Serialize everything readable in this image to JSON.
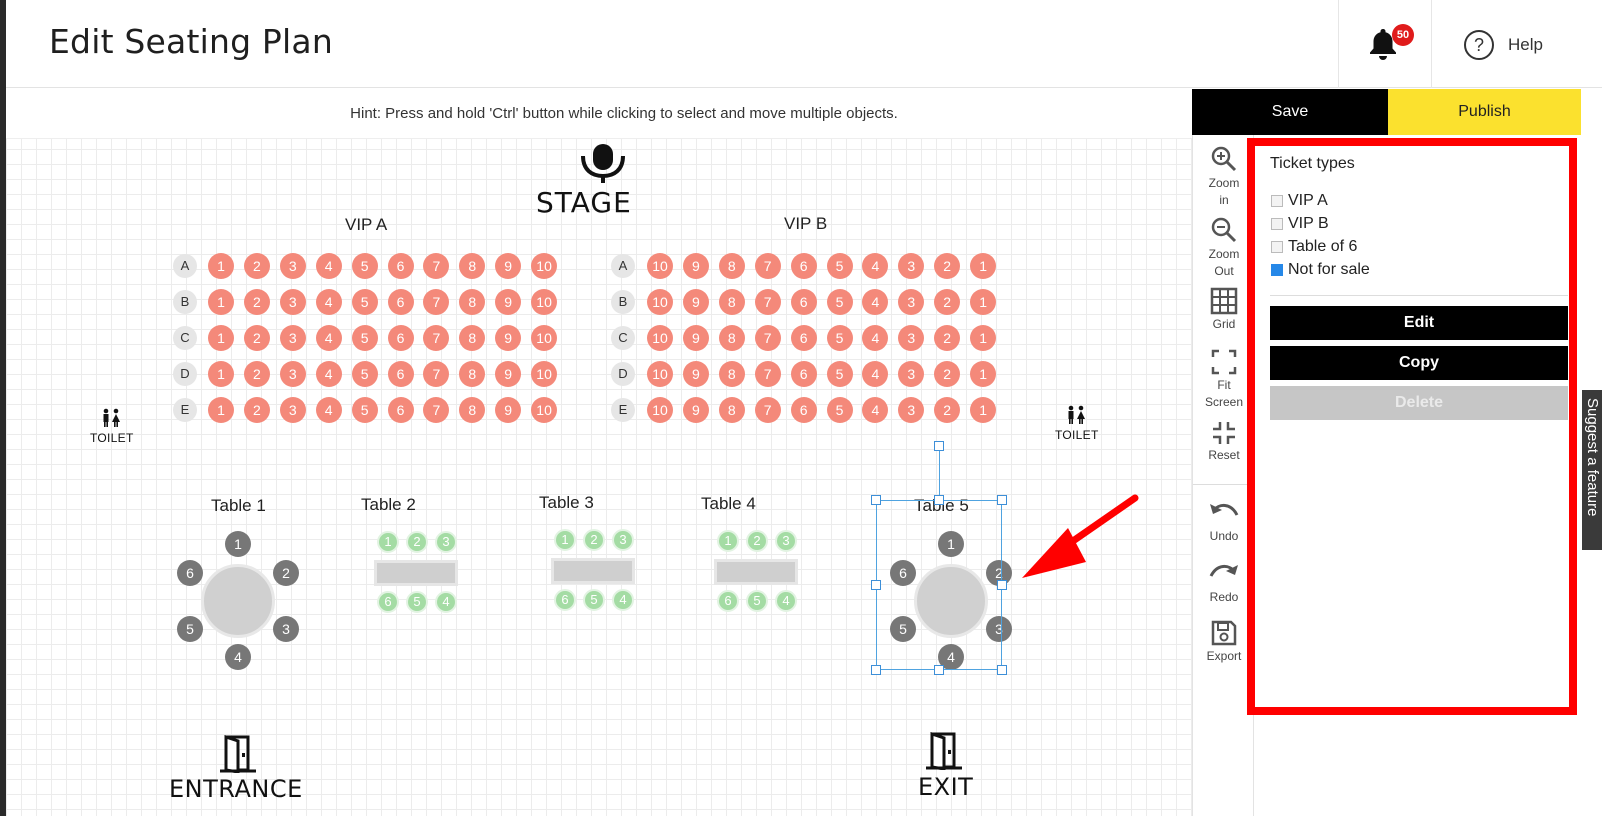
{
  "header": {
    "title": "Edit Seating Plan",
    "notification_count": "50",
    "help_label": "Help"
  },
  "hint": "Hint: Press and hold 'Ctrl' button while clicking to select and move multiple objects.",
  "stage": {
    "label": "STAGE"
  },
  "sections": [
    {
      "name": "VIP A",
      "rows": [
        "A",
        "B",
        "C",
        "D",
        "E"
      ],
      "seat_numbers": [
        "1",
        "2",
        "3",
        "4",
        "5",
        "6",
        "7",
        "8",
        "9",
        "10"
      ]
    },
    {
      "name": "VIP B",
      "rows": [
        "A",
        "B",
        "C",
        "D",
        "E"
      ],
      "seat_numbers": [
        "10",
        "9",
        "8",
        "7",
        "6",
        "5",
        "4",
        "3",
        "2",
        "1"
      ]
    }
  ],
  "toilets": [
    "TOILET",
    "TOILET"
  ],
  "tables": [
    {
      "label": "Table 1",
      "kind": "round",
      "seats": [
        "1",
        "2",
        "3",
        "4",
        "5",
        "6"
      ]
    },
    {
      "label": "Table 2",
      "kind": "rect",
      "top_seats": [
        "1",
        "2",
        "3"
      ],
      "bottom_seats": [
        "6",
        "5",
        "4"
      ]
    },
    {
      "label": "Table 3",
      "kind": "rect",
      "top_seats": [
        "1",
        "2",
        "3"
      ],
      "bottom_seats": [
        "6",
        "5",
        "4"
      ]
    },
    {
      "label": "Table 4",
      "kind": "rect",
      "top_seats": [
        "1",
        "2",
        "3"
      ],
      "bottom_seats": [
        "6",
        "5",
        "4"
      ]
    },
    {
      "label": "Table 5",
      "kind": "round",
      "seats": [
        "1",
        "2",
        "3",
        "4",
        "5",
        "6"
      ],
      "selected": true
    }
  ],
  "doors": {
    "entrance": "ENTRANCE",
    "exit": "EXIT"
  },
  "toolbar": {
    "zoom_in": "Zoom in",
    "zoom_out": "Zoom Out",
    "grid": "Grid",
    "fit_screen": "Fit Screen",
    "reset": "Reset",
    "undo": "Undo",
    "redo": "Redo",
    "export": "Export"
  },
  "panel": {
    "save": "Save",
    "publish": "Publish",
    "ticket_types_title": "Ticket types",
    "ticket_types": [
      {
        "label": "VIP A",
        "checked": false
      },
      {
        "label": "VIP B",
        "checked": false
      },
      {
        "label": "Table of 6",
        "checked": false
      },
      {
        "label": "Not for sale",
        "checked": true
      }
    ],
    "edit": "Edit",
    "copy": "Copy",
    "delete": "Delete"
  },
  "suggest_feature": "Suggest a feature",
  "colors": {
    "seat": "#f4897a",
    "table_seat": "#777777",
    "green_seat": "#a4dca4",
    "publish": "#fbe12e",
    "highlight": "#ff0000",
    "selection": "#4fa3e0"
  }
}
